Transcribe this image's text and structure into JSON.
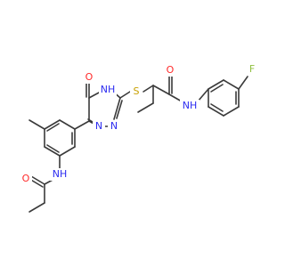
{
  "colors": {
    "bond": "#3a3a3a",
    "N": "#2c2cf0",
    "O": "#ff2a2a",
    "S": "#c8a000",
    "F": "#8fbf3f"
  },
  "atoms": {
    "o_ring": {
      "text": "O",
      "element": "O"
    },
    "nh_ring": {
      "text": "NH",
      "element": "N"
    },
    "s_link": {
      "text": "S",
      "element": "S"
    },
    "o_amide": {
      "text": "O",
      "element": "O"
    },
    "nh_amide": {
      "text": "NH",
      "element": "N"
    },
    "f_atom": {
      "text": "F",
      "element": "F"
    },
    "n_ring_a": {
      "text": "N",
      "element": "N"
    },
    "n_ring_b": {
      "text": "N",
      "element": "N"
    },
    "nh_prop": {
      "text": "NH",
      "element": "N"
    },
    "o_prop": {
      "text": "O",
      "element": "O"
    }
  }
}
